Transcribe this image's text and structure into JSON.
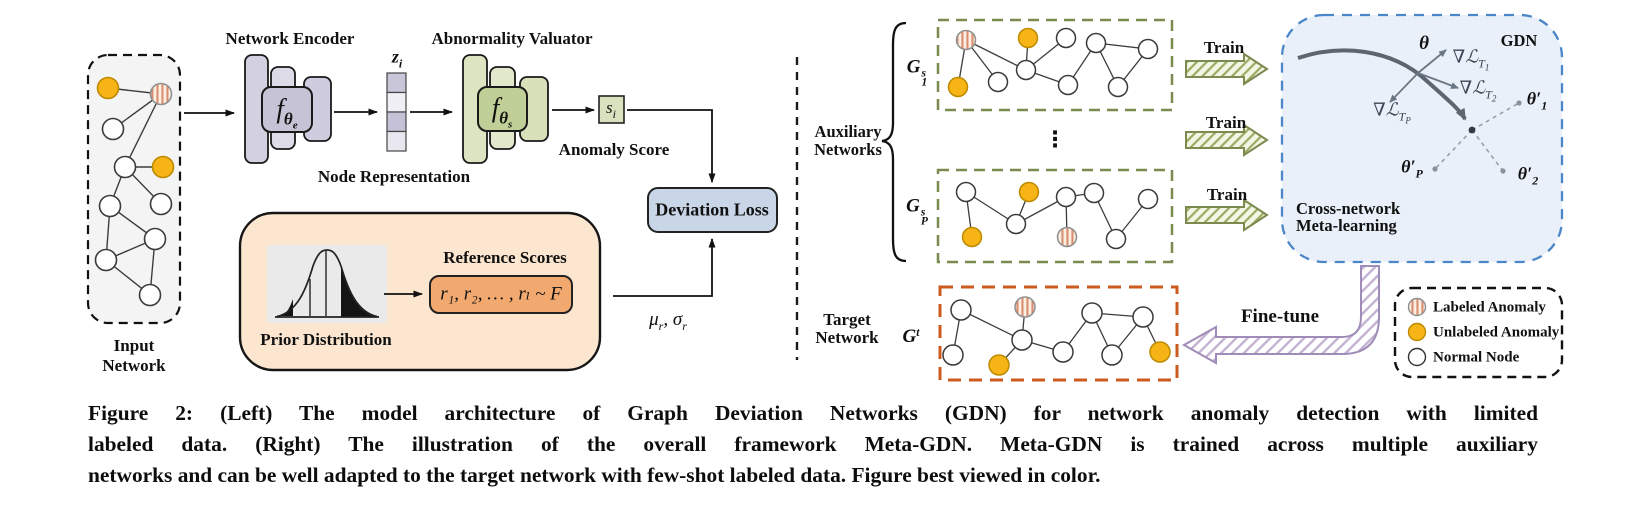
{
  "left": {
    "input_network": {
      "line1": "Input",
      "line2": "Network"
    },
    "encoder": {
      "title": "Network Encoder",
      "fn": {
        "f": "f",
        "theta": "θ",
        "sub": "e"
      }
    },
    "z": {
      "main": "z",
      "sub": "i"
    },
    "node_repr": "Node Representation",
    "valuator": {
      "title": "Abnormality Valuator",
      "fn": {
        "f": "f",
        "theta": "θ",
        "sub": "s"
      }
    },
    "score": {
      "main": "s",
      "sub": "i"
    },
    "anomaly_score": "Anomaly Score",
    "deviation_loss": "Deviation Loss",
    "prior": {
      "label": "Prior Distribution",
      "ref_label": "Reference Scores",
      "formula": "r₁, r₂, … , rₗ ~ F"
    },
    "musigma": {
      "m1": "μ",
      "s1": "r",
      "m2": ", σ",
      "s2": "r"
    }
  },
  "right": {
    "aux": {
      "line1": "Auxiliary",
      "line2": "Networks",
      "dots": "⋮",
      "g1": {
        "main": "G",
        "sup": "s",
        "sub": "1"
      },
      "gp": {
        "main": "G",
        "sup": "s",
        "sub": "P"
      }
    },
    "train_label": "Train",
    "gdn": {
      "tag": "GDN",
      "theta": "θ",
      "grad1": {
        "nabla": "∇ℒ",
        "t": "T",
        "i": "1"
      },
      "grad2": {
        "nabla": "∇ℒ",
        "t": "T",
        "i": "2"
      },
      "gradP": {
        "nabla": "∇ℒ",
        "t": "T",
        "i": "P"
      },
      "t1": {
        "main": "θ′",
        "sub": "1"
      },
      "t2": {
        "main": "θ′",
        "sub": "2"
      },
      "tp": {
        "main": "θ′",
        "sub": "P"
      },
      "line1": "Cross-network",
      "line2": "Meta-learning"
    },
    "finetune_label": "Fine-tune",
    "target": {
      "line1": "Target",
      "line2": "Network",
      "g": {
        "main": "G",
        "sup": "t"
      }
    },
    "legend": {
      "items": [
        {
          "icon": "labeled-anomaly",
          "label": "Labeled Anomaly"
        },
        {
          "icon": "unlabeled-anomaly",
          "label": "Unlabeled Anomaly"
        },
        {
          "icon": "normal-node",
          "label": "Normal Node"
        }
      ]
    }
  },
  "caption": {
    "line1": "Figure 2: (Left) The model architecture of Graph Deviation Networks (GDN) for network anomaly detection with limited",
    "line2": "labeled data. (Right) The illustration of the overall framework Meta-GDN. Meta-GDN is trained across multiple auxiliary",
    "line3": "networks and can be well adapted to the target network with few-shot labeled data. Figure best viewed in color."
  },
  "colors": {
    "anomaly_orange": "#f7b416",
    "labeled_stripe": "#d98d72",
    "encoder_purple": "#c6c3d6",
    "valuator_green": "#c0cf97",
    "deviation_blue": "#c9d6e8",
    "prior_peach": "#fce6cf",
    "reference_orange": "#f2a96f",
    "gdn_fill": "#e9f0f9",
    "gdn_border": "#4a86c8",
    "aux_border": "#7b8b50",
    "target_border": "#cd5a1e",
    "train_green": "#8a9a55",
    "finetune_purple": "#b9a6ca"
  }
}
